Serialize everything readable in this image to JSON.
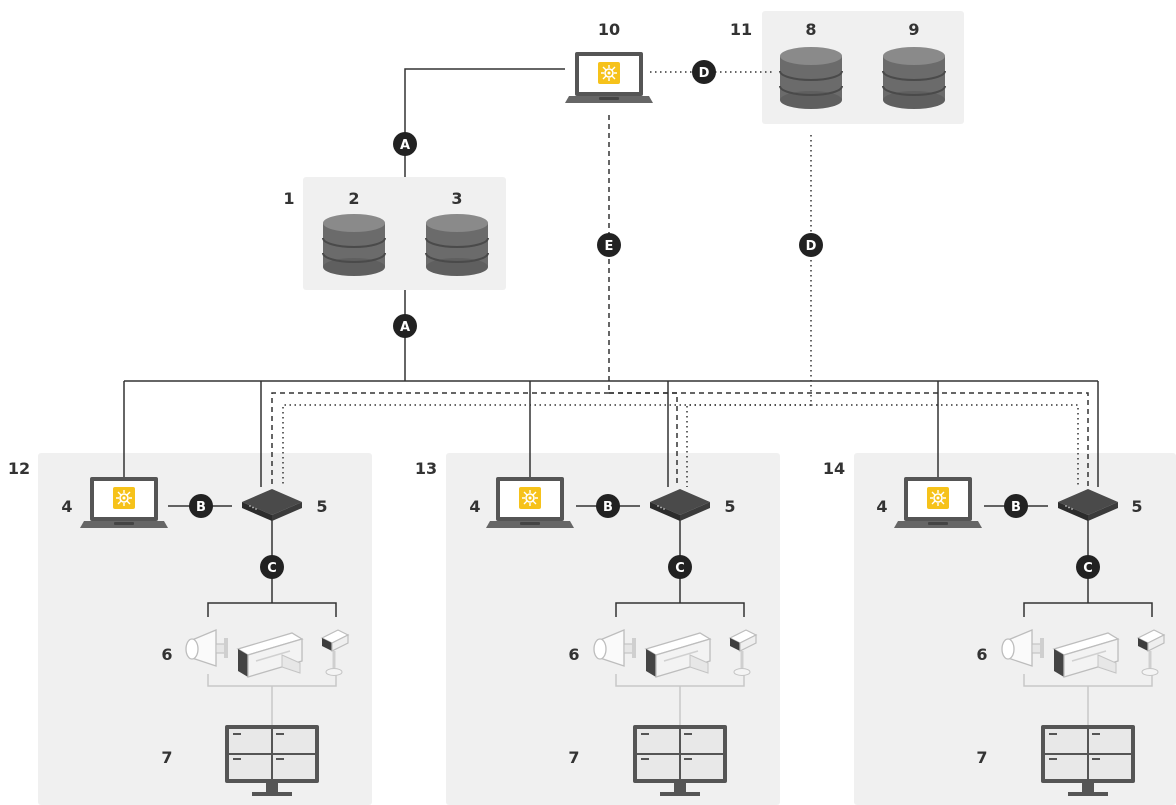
{
  "callouts": {
    "n1": "1",
    "n2": "2",
    "n3": "3",
    "n8": "8",
    "n9": "9",
    "n10": "10",
    "n11": "11",
    "n12": "12",
    "n13": "13",
    "n14": "14",
    "site_pc": "4",
    "site_recorder": "5",
    "site_devices": "6",
    "site_monitor": "7"
  },
  "connection_labels": {
    "A": "A",
    "B": "B",
    "C": "C",
    "D": "D",
    "E": "E"
  },
  "colors": {
    "panel": "#f0f0f0",
    "line": "#333333",
    "badge": "#222222",
    "accent": "#f6c21a",
    "db": "#6b6b6b",
    "recorder": "#3a3a3a",
    "device_line": "#c8c8c8"
  }
}
